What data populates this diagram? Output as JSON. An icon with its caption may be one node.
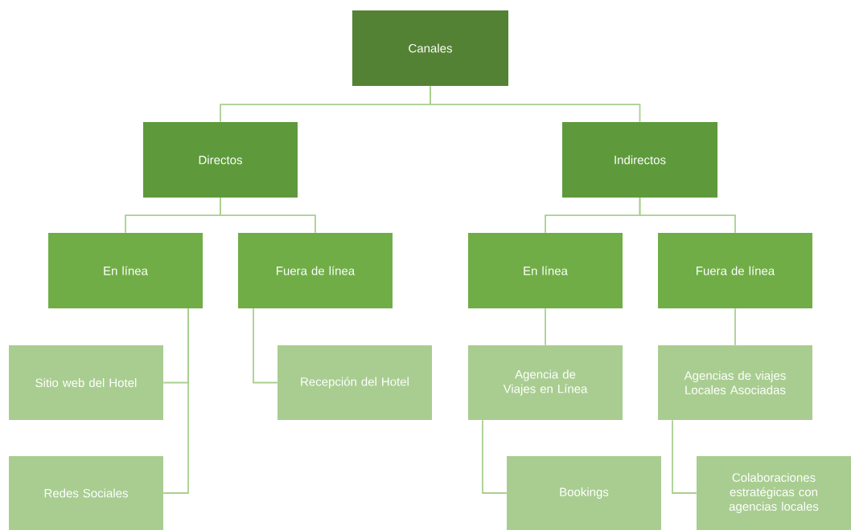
{
  "diagram": {
    "nodes": [
      {
        "text": [
          "Canales"
        ]
      },
      {
        "text": [
          "Directos"
        ]
      },
      {
        "text": [
          "Indirectos"
        ]
      },
      {
        "text": [
          "En línea"
        ]
      },
      {
        "text": [
          "Fuera de línea"
        ]
      },
      {
        "text": [
          "En línea"
        ]
      },
      {
        "text": [
          "Fuera de línea"
        ]
      },
      {
        "text": [
          "Sitio web del Hotel"
        ]
      },
      {
        "text": [
          "Redes Sociales"
        ]
      },
      {
        "text": [
          "Recepción del Hotel"
        ]
      },
      {
        "text": [
          "Agencia de Viajes en Línea"
        ]
      },
      {
        "text": [
          "Bookings"
        ]
      },
      {
        "text": [
          "Agencias de viajes Locales Asociadas"
        ]
      },
      {
        "text": [
          "Colaboraciones estratégicas con agencias locales"
        ]
      }
    ],
    "edges": [
      {
        "from": 0,
        "to": 1,
        "arrow": "none"
      },
      {
        "from": 0,
        "to": 2,
        "arrow": "none"
      },
      {
        "from": 1,
        "to": 3,
        "arrow": "none"
      },
      {
        "from": 1,
        "to": 4,
        "arrow": "none"
      },
      {
        "from": 2,
        "to": 5,
        "arrow": "none"
      },
      {
        "from": 2,
        "to": 6,
        "arrow": "none"
      },
      {
        "from": 3,
        "to": 7,
        "arrow": "none"
      },
      {
        "from": 3,
        "to": 8,
        "arrow": "none"
      },
      {
        "from": 4,
        "to": 9,
        "arrow": "none"
      },
      {
        "from": 5,
        "to": 10,
        "arrow": "none"
      },
      {
        "from": 6,
        "to": 12,
        "arrow": "none"
      },
      {
        "from": 10,
        "to": 11,
        "arrow": "none"
      },
      {
        "from": 12,
        "to": 13,
        "arrow": "none"
      }
    ]
  }
}
